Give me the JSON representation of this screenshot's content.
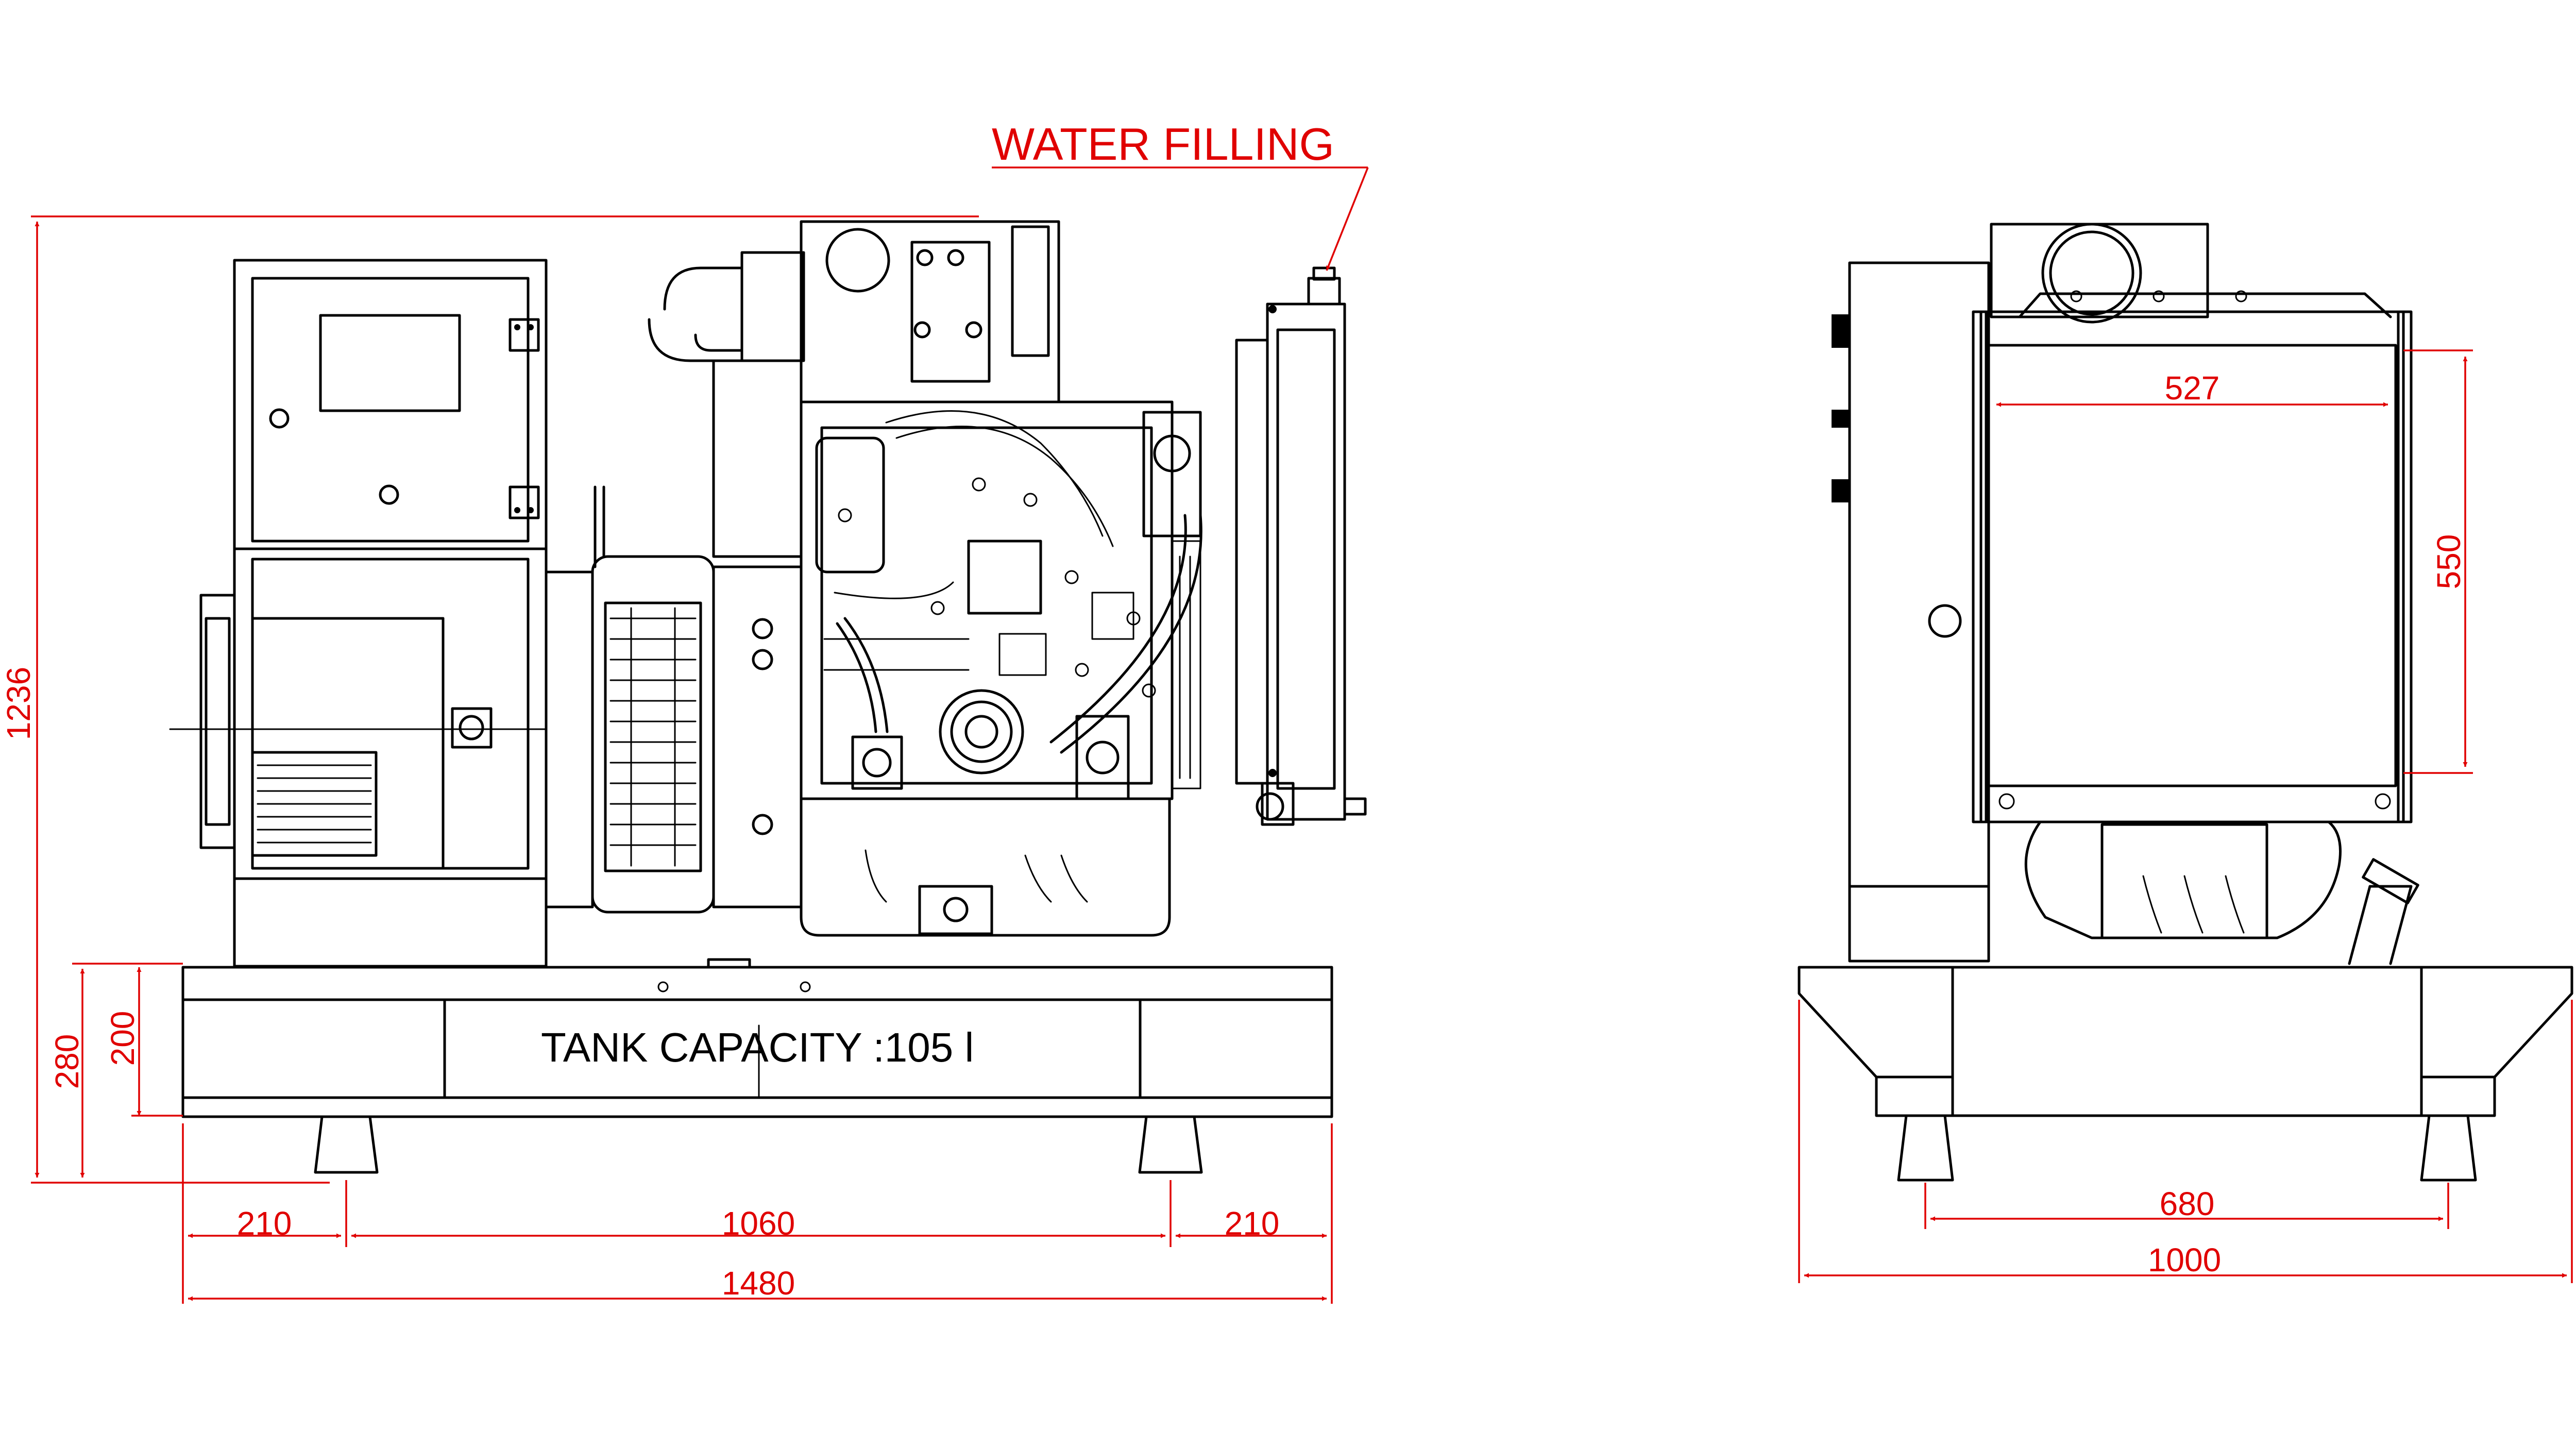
{
  "colors": {
    "dimension": "#e00000",
    "outline": "#000000",
    "background": "#ffffff"
  },
  "annotations": {
    "water_filling": "WATER FILLING",
    "tank_capacity": "TANK CAPACITY :105 l"
  },
  "front_view": {
    "height_total": "1236",
    "height_base": "280",
    "height_frame": "200",
    "foot_offset_left": "210",
    "foot_spacing": "1060",
    "foot_offset_right": "210",
    "length_total": "1480"
  },
  "side_view": {
    "radiator_width": "527",
    "radiator_height": "550",
    "foot_spacing": "680",
    "width_total": "1000"
  }
}
